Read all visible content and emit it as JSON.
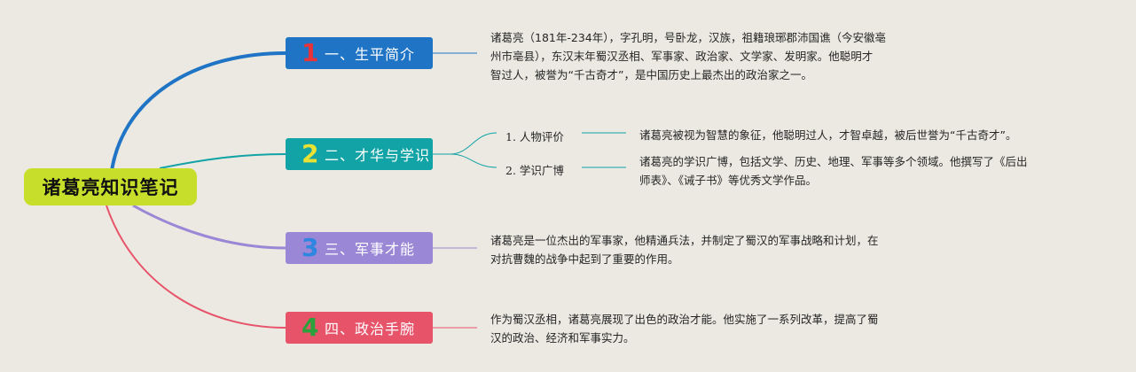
{
  "root": {
    "title": "诸葛亮知识笔记"
  },
  "colors": {
    "root": "#c7df2a",
    "branch1": "#1f74c5",
    "branch2": "#11a3a5",
    "branch3": "#9a87d6",
    "branch4": "#e7546a",
    "background": "#ebe9e2"
  },
  "branches": [
    {
      "number": "1",
      "title": "一、生平简介",
      "text": "诸葛亮（181年-234年），字孔明，号卧龙，汉族，祖籍琅琊郡沛国谯（今安徽亳\n州市亳县），东汉末年蜀汉丞相、军事家、政治家、文学家、发明家。他聪明才\n智过人，被誉为“千古奇才”，是中国历史上最杰出的政治家之一。"
    },
    {
      "number": "2",
      "title": "二、才华与学识",
      "children": [
        {
          "label": "1. 人物评价",
          "text": "诸葛亮被视为智慧的象征，他聪明过人，才智卓越，被后世誉为“千古奇才”。"
        },
        {
          "label": "2. 学识广博",
          "text": "诸葛亮的学识广博，包括文学、历史、地理、军事等多个领域。他撰写了《后出\n师表》、《诫子书》等优秀文学作品。"
        }
      ]
    },
    {
      "number": "3",
      "title": "三、军事才能",
      "text": "诸葛亮是一位杰出的军事家，他精通兵法，并制定了蜀汉的军事战略和计划，在\n对抗曹魏的战争中起到了重要的作用。"
    },
    {
      "number": "4",
      "title": "四、政治手腕",
      "text": "作为蜀汉丞相，诸葛亮展现了出色的政治才能。他实施了一系列改革，提高了蜀\n汉的政治、经济和军事实力。"
    }
  ]
}
